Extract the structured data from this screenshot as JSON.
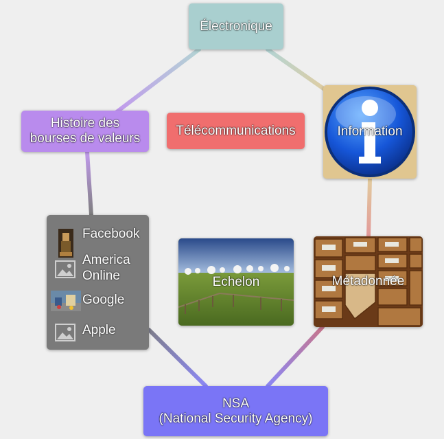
{
  "nodes": {
    "electronique": "Électronique",
    "histoire": "Histoire des bourses de valeurs",
    "telecom": "Télécommunications",
    "information": "Information",
    "echelon": "Echelon",
    "metadonnee": "Métadonnée",
    "nsa_line1": "NSA",
    "nsa_line2": "(National Security Agency)"
  },
  "list": {
    "items": [
      {
        "label": "Facebook",
        "icon": "facebook-photo-icon"
      },
      {
        "label": "America Online",
        "icon": "image-placeholder-icon"
      },
      {
        "label": "Google",
        "icon": "google-photo-icon"
      },
      {
        "label": "Apple",
        "icon": "image-placeholder-icon"
      }
    ]
  },
  "colors": {
    "background": "#efefef",
    "electronique": "#a9cfcf",
    "histoire": "#b98bed",
    "telecom": "#f06e6e",
    "information": "#e0c690",
    "nsa": "#7a75f6",
    "list_box": "#7a7a7a"
  }
}
